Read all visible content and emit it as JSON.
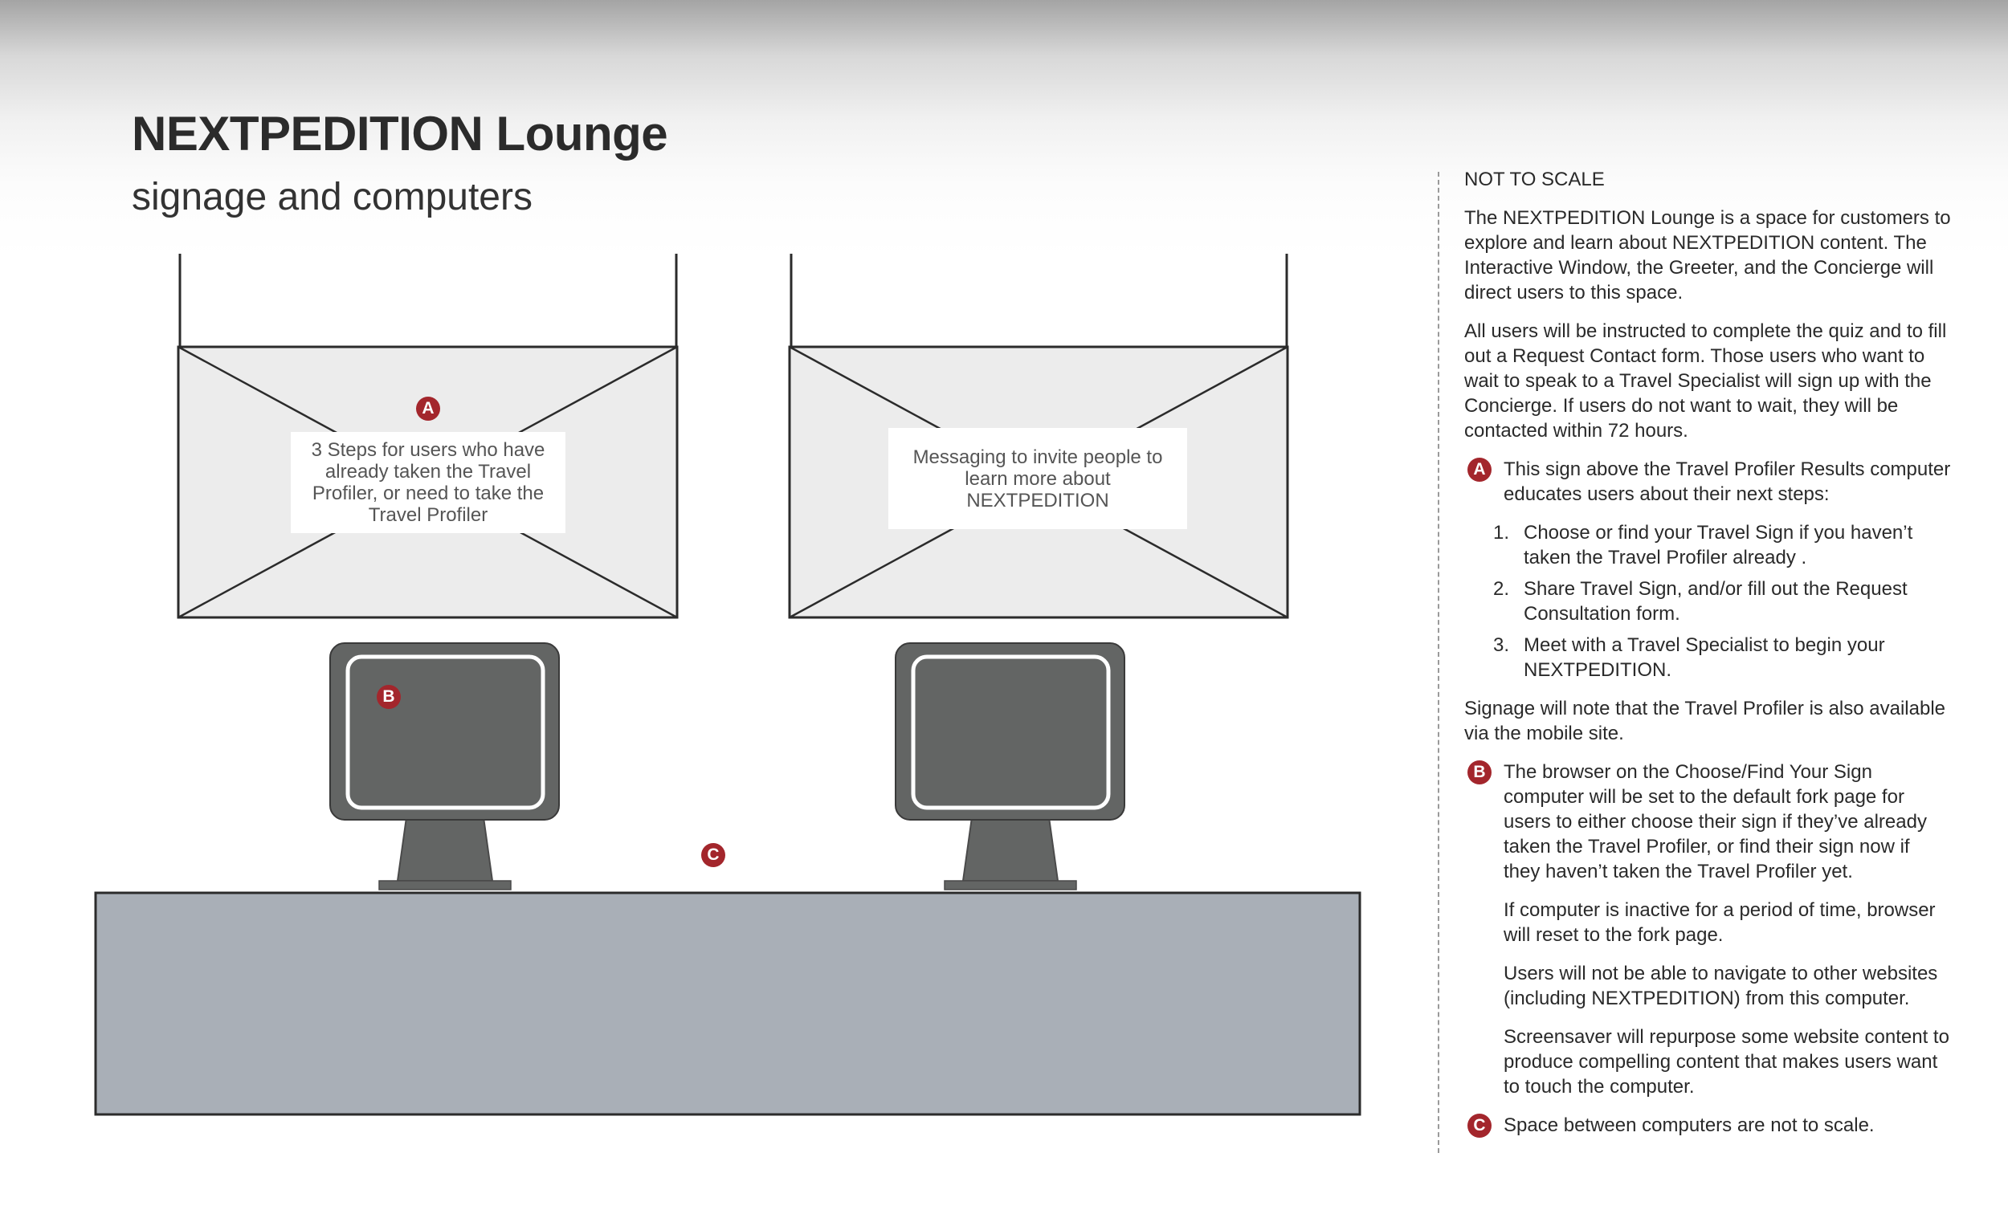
{
  "header": {
    "title": "NEXTPEDITION Lounge",
    "subtitle": "signage and computers"
  },
  "diagram": {
    "sign_a_text": "3 Steps for users who have already taken the Travel Profiler, or need to take the Travel Profiler",
    "sign_b_text": "Messaging to invite people to learn more about NEXTPEDITION",
    "badges": {
      "a": "A",
      "b": "B",
      "c": "C"
    },
    "colors": {
      "badge": "#a3262c",
      "desk": "#a9afb7",
      "monitor": "#636564",
      "sign_fill": "#ececec",
      "line": "#2b2b2b"
    }
  },
  "panel": {
    "not_to_scale": "NOT TO SCALE",
    "intro": "The NEXTPEDITION Lounge is a space for customers to explore and learn about NEXTPEDITION content. The Interactive Window, the Greeter, and the Concierge will direct users to this space.",
    "instructions": "All users will be instructed to complete the quiz and to fill out a Request Contact form. Those users who want to wait to speak to a Travel Specialist will sign up with the Concierge. If users do not want to wait, they will be contacted within 72 hours.",
    "note_a": {
      "badge": "A",
      "text": "This sign above the Travel Profiler Results computer educates users about their next steps:",
      "steps": [
        {
          "num": "1.",
          "text": "Choose or find your Travel Sign if you haven’t taken the Travel Profiler already ."
        },
        {
          "num": "2.",
          "text": "Share Travel Sign, and/or fill out the Request Consultation form."
        },
        {
          "num": "3.",
          "text": "Meet with a Travel Specialist to begin your NEXTPEDITION."
        }
      ]
    },
    "mobile_note": "Signage will note that the Travel Profiler is also available via the mobile site.",
    "note_b": {
      "badge": "B",
      "paragraphs": [
        "The browser on the Choose/Find Your Sign computer will be set to the default fork page for users to either choose their sign if they’ve already taken the Travel Profiler, or find their sign now if they haven’t taken the Travel Profiler yet.",
        "If computer is inactive for a period of time, browser will reset to the fork page.",
        "Users will not be able to navigate to other websites (including NEXTPEDITION) from this computer.",
        "Screensaver will repurpose some website content to produce compelling content that makes users want to touch the computer."
      ]
    },
    "note_c": {
      "badge": "C",
      "text": "Space between computers are not to scale."
    }
  }
}
